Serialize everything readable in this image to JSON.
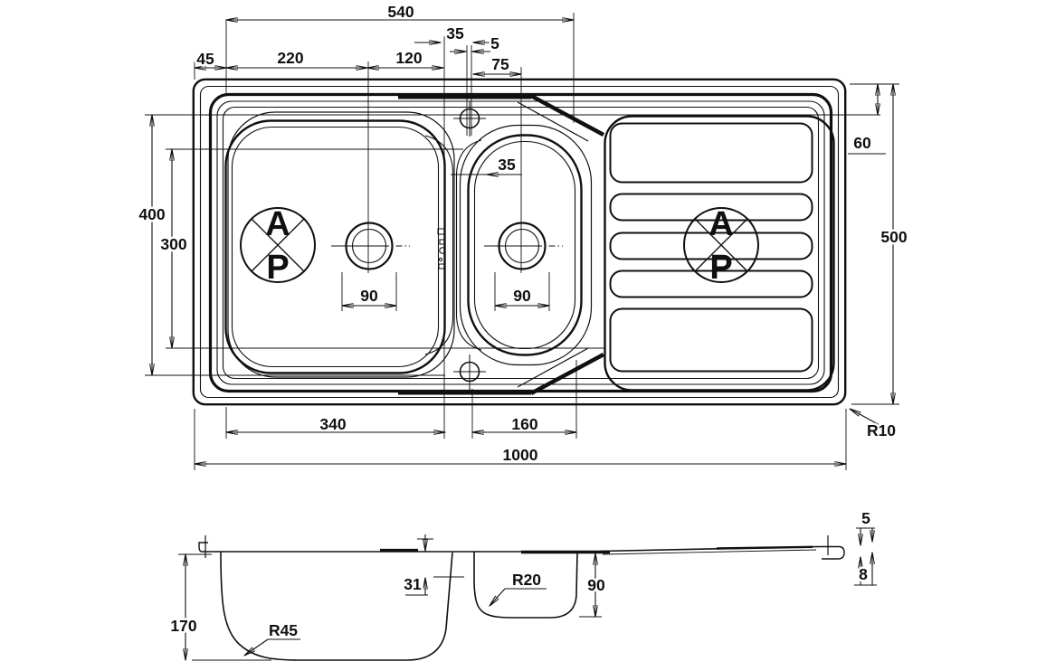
{
  "plan": {
    "d540": "540",
    "d35_top": "35",
    "d5": "5",
    "d45": "45",
    "d220": "220",
    "d120": "120",
    "d75": "75",
    "d35_bowl": "35",
    "d60": "60",
    "d400": "400",
    "d300": "300",
    "d90_left": "90",
    "d90_right": "90",
    "d500": "500",
    "d340": "340",
    "d160": "160",
    "d1000": "1000",
    "r10": "R10"
  },
  "section": {
    "d170": "170",
    "r45": "R45",
    "d31": "31",
    "r20": "R20",
    "d90": "90",
    "d5": "5",
    "d8": "8"
  },
  "logo": {
    "a": "A",
    "p": "P"
  }
}
